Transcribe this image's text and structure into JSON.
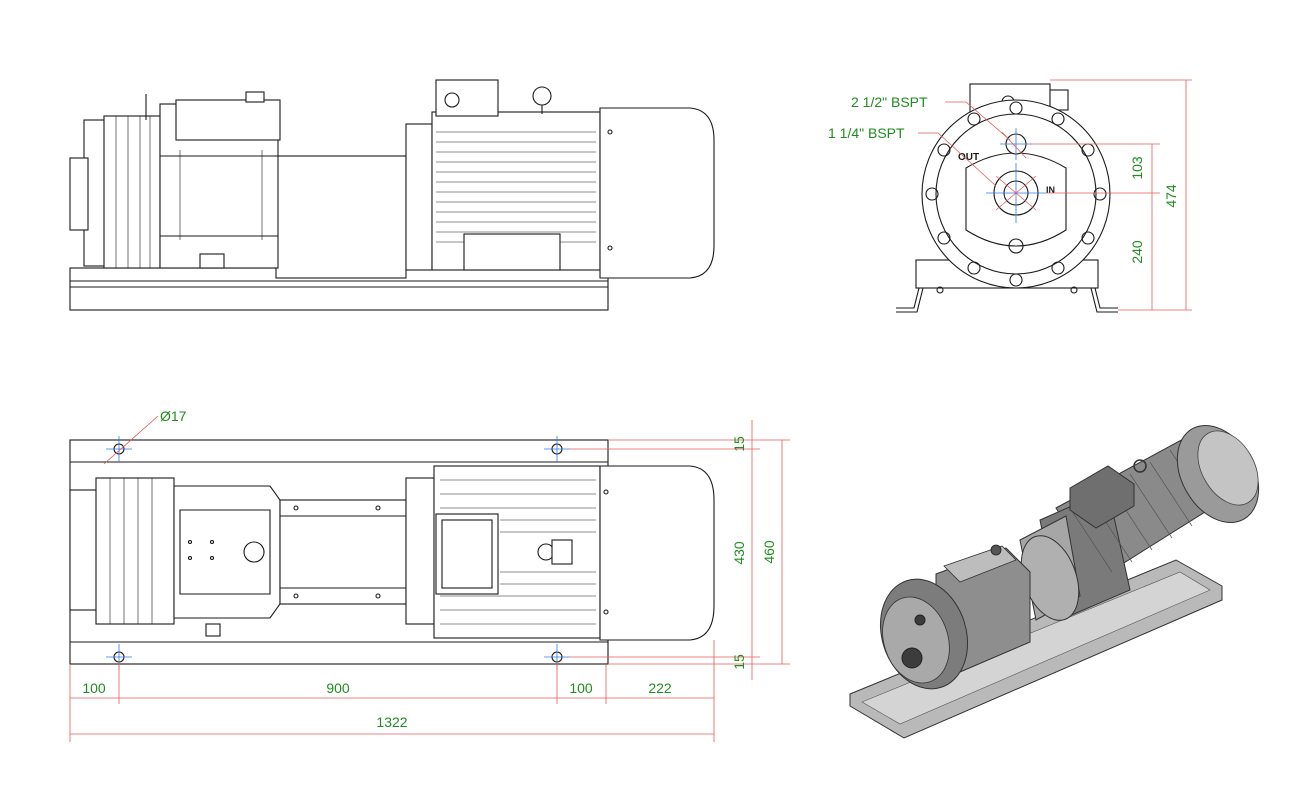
{
  "colors": {
    "dimension_text": "#1e8c1e",
    "dimension_line": "#e85a5a",
    "center_line": "#2c7be5",
    "outline": "#1a1a1a"
  },
  "front_view": {
    "outlet_label": "2 1/2\" BSPT",
    "inlet_label": "1 1/4\" BSPT",
    "port_out_label": "OUT",
    "port_in_label": "IN",
    "dim_port_spacing": "103",
    "dim_axis_height": "240",
    "dim_total_height": "474"
  },
  "top_view": {
    "hole_diameter": "Ø17",
    "dim_left_offset": "100",
    "dim_hole_spacing": "900",
    "dim_right_offset": "100",
    "dim_motor_overhang": "222",
    "dim_total_length": "1322",
    "dim_edge_top": "15",
    "dim_edge_bottom": "15",
    "dim_hole_span": "430",
    "dim_base_width": "460"
  }
}
